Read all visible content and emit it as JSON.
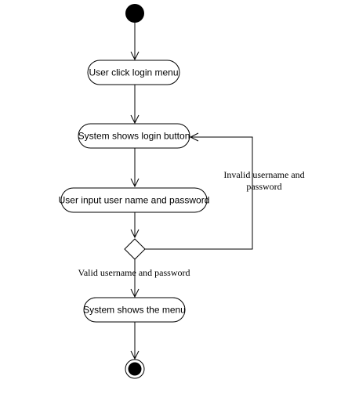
{
  "diagram": {
    "nodes": {
      "click_login_menu": "User click login menu",
      "shows_login_button": "System shows login button",
      "input_credentials": "User input user name and password",
      "shows_menu": "System shows the menu"
    },
    "edges": {
      "invalid": {
        "line1": "Invalid username and",
        "line2": "password"
      },
      "valid": "Valid username and password"
    }
  }
}
